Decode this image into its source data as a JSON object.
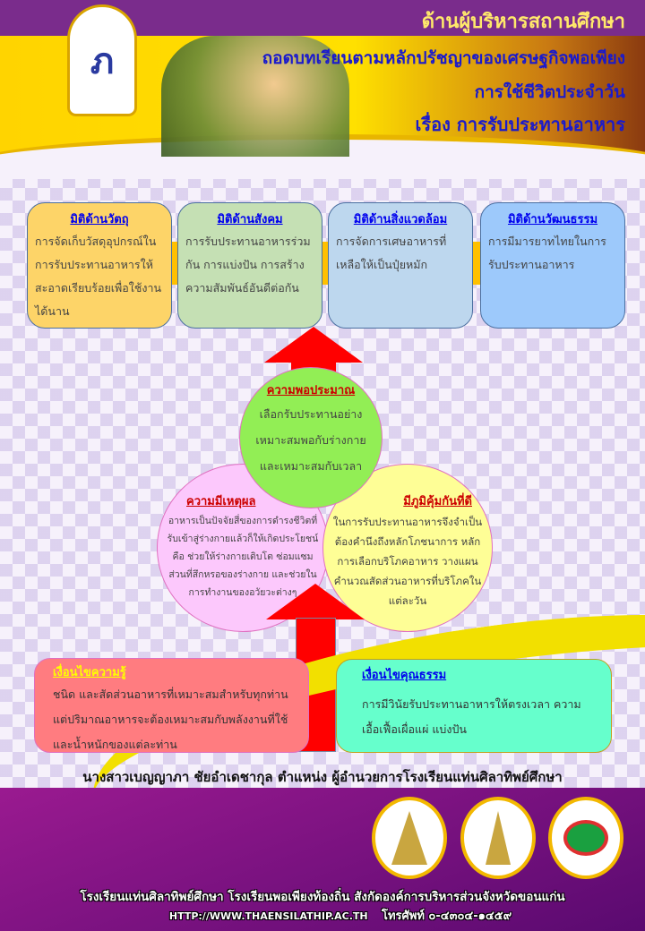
{
  "header": {
    "emblem": "ภ",
    "line0": "ด้านผู้บริหารสถานศึกษา",
    "line1": "ถอดบทเรียนตามหลักปรัชญาของเศรษฐกิจพอเพียง",
    "line2": "การใช้ชีวิตประจำวัน",
    "line3": "เรื่อง การรับประทานอาหาร"
  },
  "dimensions": [
    {
      "title": "มิติด้านวัตถุ",
      "text": "การจัดเก็บวัสดุอุปกรณ์ในการรับประทานอาหารให้สะอาดเรียบร้อยเพื่อใช้งานได้นาน",
      "color": "#fdd468"
    },
    {
      "title": "มิติด้านสังคม",
      "text": "การรับประทานอาหารร่วมกัน  การแบ่งปัน การสร้างความสัมพันธ์อันดีต่อกัน",
      "color": "#c5e0b4"
    },
    {
      "title": "มิติด้านสิ่งแวดล้อม",
      "text": "การจัดการเศษอาหารที่เหลือให้เป็นปุ๋ยหมัก",
      "color": "#bdd7ee"
    },
    {
      "title": "มิติด้านวัฒนธรรม",
      "text": "การมีมารยาทไทยในการรับประทานอาหาร",
      "color": "#9dc9fb"
    }
  ],
  "circles": {
    "moderation": {
      "title": "ความพอประมาณ",
      "text": "เลือกรับประทานอย่างเหมาะสมพอกับร่างกายและเหมาะสมกับเวลา",
      "color": "#92ee55"
    },
    "reasonableness": {
      "title": "ความมีเหตุผล",
      "text": "อาหารเป็นปัจจัยสี่ของการดำรงชีวิตที่รับเข้าสู่ร่างกายแล้วก็ให้เกิดประโยชน์ คือ ช่วยให้ร่างกายเติบโต ซ่อมแซมส่วนที่สึกหรอของร่างกาย และช่วยในการทำงานของอวัยวะต่างๆ",
      "color": "#fcc8fc"
    },
    "immunity": {
      "title": "มีภูมิคุ้มกันที่ดี",
      "text": "ในการรับประทานอาหารจึงจำเป็นต้องคำนึงถึงหลักโภชนาการ หลักการเลือกบริโภคอาหาร วางแผนคำนวณสัดส่วนอาหารที่บริโภคในแต่ละวัน",
      "color": "#fefe96"
    }
  },
  "conditions": {
    "knowledge": {
      "title": "เงื่อนไขความรู้",
      "text": "ชนิด และสัดส่วนอาหารที่เหมาะสมสำหรับทุกท่าน แต่ปริมาณอาหารจะต้องเหมาะสมกับพลังงานที่ใช้ และน้ำหนักของแต่ละท่าน",
      "color": "#ff7c80"
    },
    "morality": {
      "title": "เงื่อนไขคุณธรรม",
      "text": "การมีวินัยรับประทานอาหารให้ตรงเวลา ความเอื้อเฟื้อเผื่อแผ่   แบ่งปัน",
      "color": "#66ffcc"
    }
  },
  "author": "นางสาวเบญญาภา ชัยอำเดชากุล ตำแหน่ง ผู้อำนวยการโรงเรียนแท่นศิลาทิพย์ศึกษา",
  "footer": {
    "school": "โรงเรียนแท่นศิลาทิพย์ศึกษา โรงเรียนพอเพียงท้องถิ่น สังกัดองค์การบริหารส่วนจังหวัดขอนแก่น",
    "website": "HTTP://WWW.THAENSILATHIP.AC.TH",
    "phone": "โทรศัพท์ ๐-๔๓๐๔-๑๔๕๙"
  },
  "colors": {
    "accent_purple": "#7a2c8c",
    "accent_yellow": "#ffc000",
    "arrow_red": "#ff0000"
  }
}
